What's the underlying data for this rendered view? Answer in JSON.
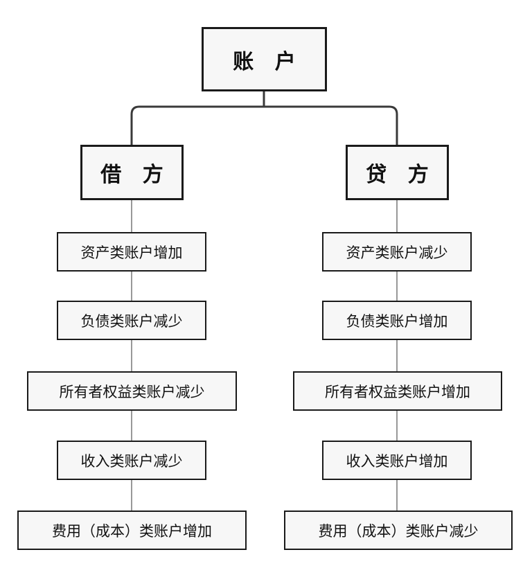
{
  "root": {
    "label": "账 户"
  },
  "debit": {
    "label": "借 方",
    "items": [
      "资产类账户增加",
      "负债类账户减少",
      "所有者权益类账户减少",
      "收入类账户减少",
      "费用（成本）类账户增加"
    ]
  },
  "credit": {
    "label": "贷 方",
    "items": [
      "资产类账户减少",
      "负债类账户增加",
      "所有者权益类账户增加",
      "收入类账户增加",
      "费用（成本）类账户减少"
    ]
  },
  "colors": {
    "box_fill": "#f7f7f7",
    "border": "#1a1a1a",
    "line": "#555555"
  }
}
